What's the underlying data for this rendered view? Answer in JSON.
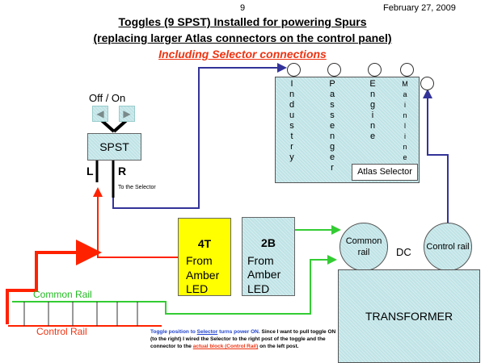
{
  "header": {
    "page_number": "9",
    "date": "February 27, 2009",
    "title_line1": "Toggles (9 SPST) Installed for powering Spurs",
    "title_line2": "(replacing larger Atlas connectors on the control panel)",
    "subtitle": "Including Selector connections"
  },
  "toggle": {
    "off_on_label": "Off / On",
    "off_icon": "left-arrow-icon",
    "on_icon": "right-arrow-icon",
    "switch_label": "SPST",
    "left_post": "L",
    "right_post": "R",
    "right_note": "To the Selector"
  },
  "selector": {
    "label": "Atlas Selector",
    "columns": [
      "Industry",
      "Passenger",
      "Engine",
      "Mainline"
    ]
  },
  "blocks": [
    {
      "title": "4T",
      "line1": "From",
      "line2": "Amber",
      "line3": "LED",
      "color": "#ffff00"
    },
    {
      "title": "2B",
      "line1": "From",
      "line2": "Amber",
      "line3": "LED",
      "color": "#bfe3e6"
    }
  ],
  "power": {
    "common_rail": "Common rail",
    "control_rail": "Control rail",
    "dc_label": "DC",
    "transformer": "TRANSFORMER"
  },
  "rails": {
    "common_label": "Common Rail",
    "control_label": "Control Rail"
  },
  "note": {
    "part1": "Toggle position to ",
    "part2": "Selector",
    "part3": " turns power ON.",
    "part4": " Since I want to pull toggle ON (to the right) I wired the Selector to the right post of the toggle and the connector to the ",
    "part5": "actual block (Control Rail)",
    "part6": " on the left post."
  },
  "colors": {
    "red_wire": "#ff2200",
    "blue_wire": "#333399",
    "green_wire": "#33cc33",
    "accent_red": "#ee3311",
    "panel_fill": "#bfe3e6"
  }
}
